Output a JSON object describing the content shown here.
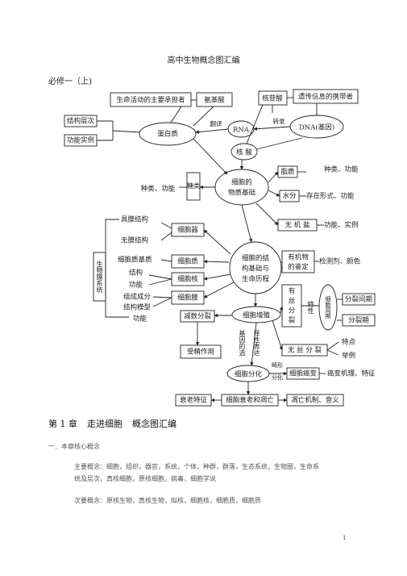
{
  "page": {
    "title": "高中生物概念图汇编",
    "section": "必修一（上)",
    "chapter_no": "第 1 章",
    "chapter_name": "走进细胞",
    "chapter_sub": "概念图汇编",
    "sub_heading": "一．本章核心概念",
    "main_concepts": "主要概念：细胞，组织，器官，系统，个体，种群，群落，生态系统，生物圈，生命系统及层次，真核细胞，原核细胞，病毒，细胞学说",
    "secondary_concepts": "次要概念：原核生物，真核生物，拟核，细胞核，细胞质，细胞质",
    "page_number": "1"
  },
  "diagram": {
    "life_bearer": "生命活动的主要承担者",
    "amino_acid": "氨基酸",
    "nucleotide": "核苷酸",
    "genetic_carrier": "遗传信息的携带者",
    "structure_level": "结构层次",
    "function_example": "功能实例",
    "protein": "蛋白质",
    "translate": "翻译",
    "rna": "RNA",
    "transcribe": "转录",
    "dna": "DNA(基因)",
    "nucleic_acid": "核 酸",
    "lipid": "脂质",
    "lipid_types": "种类、功能",
    "cell_basis_1": "细胞的",
    "cell_basis_2": "物质基础",
    "sugar": "糖类",
    "sugar_types": "种类、功能",
    "water": "水分",
    "water_form": "存在形式、功能",
    "inorganic_salt": "无 机 盐",
    "salt_func": "功能、实例",
    "organelle_struct": "具膜结构",
    "nonmem_struct": "无膜结构",
    "organelle": "细胞器",
    "biomembrane": "生物膜系统",
    "matrix": "细胞质基质",
    "cytoplasm": "细胞质",
    "structure": "结构",
    "function": "功能",
    "nucleus": "细胞核",
    "composition": "组成成分",
    "struct_model": "结构模型",
    "function2": "功能",
    "membrane": "细胞膜",
    "life_center_1": "细胞的结",
    "life_center_2": "构基础与",
    "life_center_3": "生命历程",
    "organic_1": "有机物",
    "organic_2": "的鉴定",
    "reagent": "检测剂、颜色",
    "mitosis_1": "有",
    "mitosis_2": "丝",
    "mitosis_3": "分",
    "mitosis_4": "裂",
    "feature": "特性",
    "cell_cycle": "细胞周期",
    "interphase": "分裂间期",
    "division_phase": "分裂期",
    "meiosis": "减数分裂",
    "proliferation": "细胞增殖",
    "fertilization": "受精作用",
    "gene_selective": "基因的选",
    "selective_expr": "择性表达",
    "amitosis": "无 丝 分 裂",
    "trait": "特点",
    "example": "举例",
    "abnormal": "畸形",
    "differentiation_label": "分化",
    "differentiation": "细胞分化",
    "cancer": "细胞癌变",
    "cancer_mech": "癌变机理、特征",
    "aging_feature": "衰老特征",
    "aging": "细胞衰老和凋亡",
    "apoptosis": "凋亡机制、意义"
  }
}
